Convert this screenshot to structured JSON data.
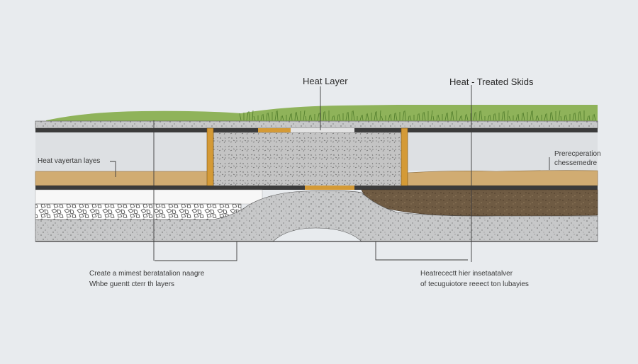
{
  "labels": {
    "heat_layer": "Heat Layer",
    "heat_treated_skids": "Heat - Treated Skids",
    "left_side": "Heat vayertan layes",
    "right_side_line1": "Prerecperation",
    "right_side_line2": "chessemedre",
    "bottom_left_line1": "Create a mimest beratatalion naagre",
    "bottom_left_line2": "Whbe guentt cterr th layers",
    "bottom_right_line1": "Heatrecectt hier insetaatalver",
    "bottom_right_line2": "of tecuguiotore reeect ton lubayies"
  },
  "colors": {
    "background": "#e8ebee",
    "grass": "#8fb35a",
    "gravel_fill": "#c9cacb",
    "dark_line": "#3b3b3b",
    "tan_layer": "#d1ac72",
    "orange_post": "#d49a36",
    "soil": "#6e5a42",
    "concrete": "#bdbdbd"
  }
}
